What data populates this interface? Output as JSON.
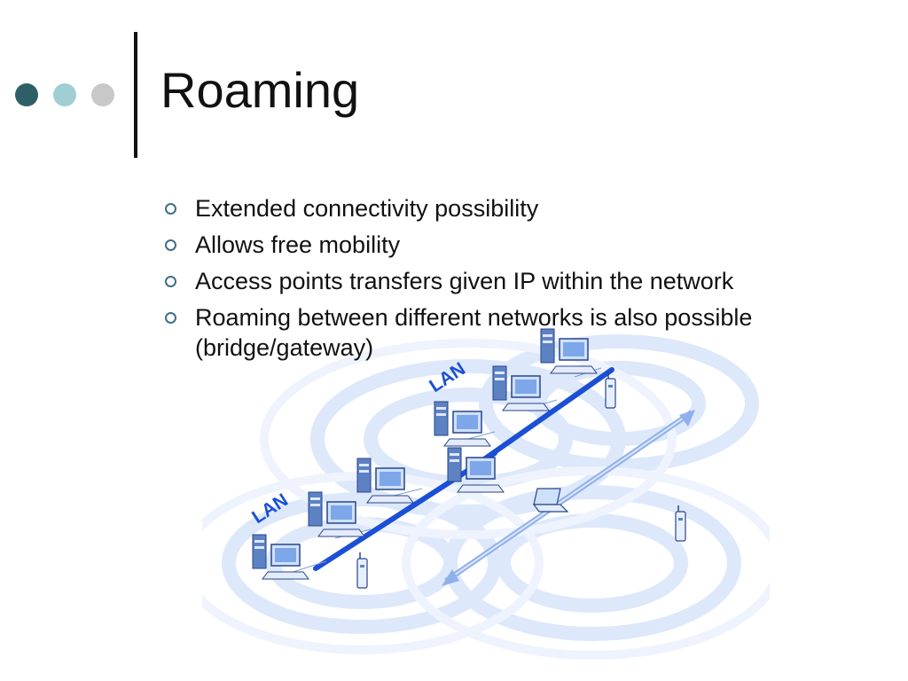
{
  "slide": {
    "title": "Roaming",
    "bullets": [
      {
        "text": "Extended connectivity possibility"
      },
      {
        "text": "Allows free mobility"
      },
      {
        "text": "Access points transfers given IP within the network"
      },
      {
        "text": "Roaming between different networks is also possible (bridge/gateway)"
      }
    ]
  },
  "diagram": {
    "lan_labels": [
      "LAN",
      "LAN"
    ]
  },
  "colors": {
    "dot_dark": "#2f5f66",
    "dot_light": "#9fcfd2",
    "dot_gray": "#c8c8c8",
    "lan_blue": "#1a4fd6",
    "wave_blue": "#dfe9fb"
  }
}
